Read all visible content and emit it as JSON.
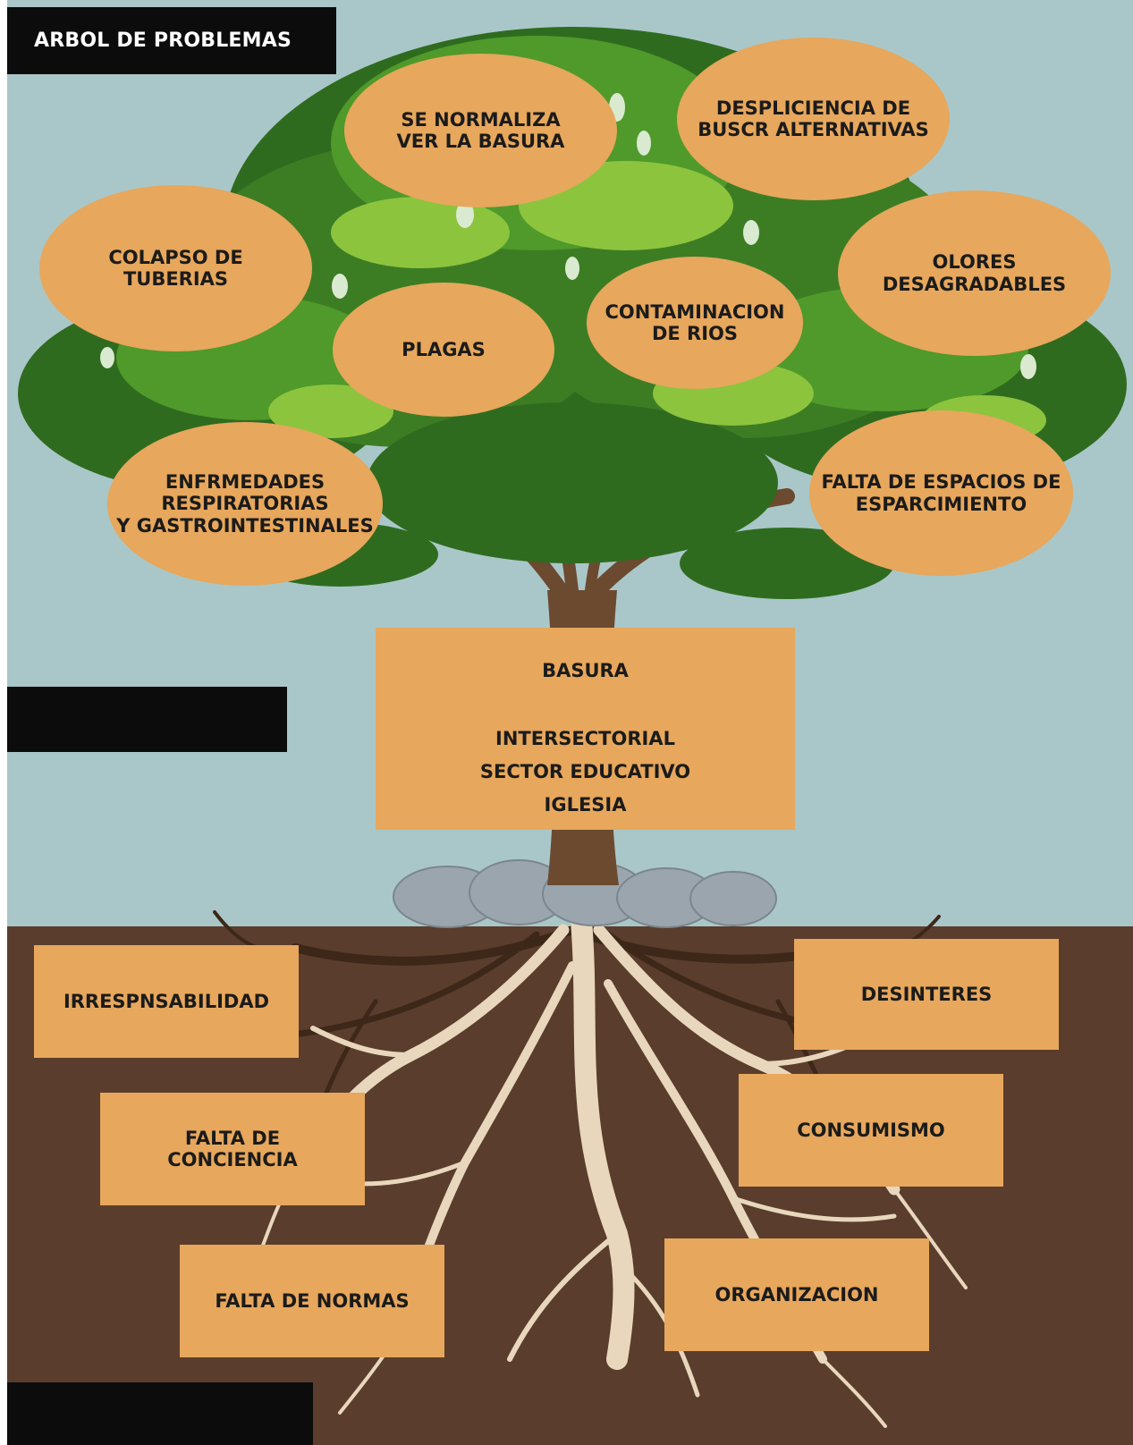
{
  "title": "ARBOL DE PROBLEMAS",
  "colors": {
    "sky": "#a9c7c8",
    "soil": "#5a3d2c",
    "label_fill": "#e7a75c",
    "bar": "#0c0c0c",
    "foliage_dark": "#2f6b1f",
    "foliage_mid": "#4f9a2a",
    "foliage_light": "#8cc43e",
    "trunk": "#6b4a30",
    "root": "#e8d7bd",
    "stone": "#9aa5ad"
  },
  "effects": [
    "SE NORMALIZA\nVER LA BASURA",
    "DESPLICIENCIA DE\nBUSCR ALTERNATIVAS",
    "COLAPSO DE\nTUBERIAS",
    "OLORES\nDESAGRADABLES",
    "PLAGAS",
    "CONTAMINACION\nDE RIOS",
    "ENFRMEDADES\nRESPIRATORIAS\nY GASTROINTESTINALES",
    "FALTA DE ESPACIOS DE\nESPARCIMIENTO"
  ],
  "central_problem": {
    "title": "BASURA",
    "actors": [
      "INTERSECTORIAL",
      "SECTOR EDUCATIVO",
      "IGLESIA"
    ]
  },
  "causes": [
    "IRRESPNSABILIDAD",
    "DESINTERES",
    "FALTA DE\nCONCIENCIA",
    "CONSUMISMO",
    "FALTA DE NORMAS",
    "ORGANIZACION"
  ]
}
